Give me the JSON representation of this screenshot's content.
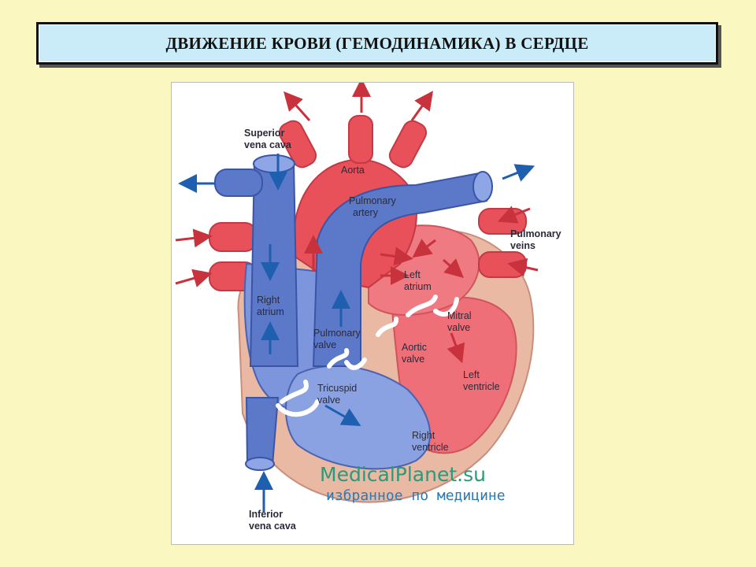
{
  "title": "ДВИЖЕНИЕ КРОВИ (ГЕМОДИНАМИКА) В СЕРДЦЕ",
  "labels": {
    "superior_vena_cava": [
      "Superior",
      "vena cava"
    ],
    "aorta": [
      "Aorta"
    ],
    "pulmonary_artery": [
      "Pulmonary",
      "artery"
    ],
    "pulmonary_veins": [
      "Pulmonary",
      "veins"
    ],
    "left_atrium": [
      "Left",
      "atrium"
    ],
    "right_atrium": [
      "Right",
      "atrium"
    ],
    "pulmonary_valve": [
      "Pulmonary",
      "valve"
    ],
    "mitral_valve": [
      "Mitral",
      "valve"
    ],
    "aortic_valve": [
      "Aortic",
      "valve"
    ],
    "left_ventricle": [
      "Left",
      "ventricle"
    ],
    "tricuspid_valve": [
      "Tricuspid",
      "valve"
    ],
    "right_ventricle": [
      "Right",
      "ventricle"
    ],
    "inferior_vena_cava": [
      "Inferior",
      "vena cava"
    ]
  },
  "watermark": {
    "line1": "MedicalPlanet.su",
    "line2": "избранное по медицине"
  },
  "colors": {
    "oxygenated": "#e8505a",
    "deoxygenated": "#5b78c9",
    "arrow_red": "#c8323c",
    "arrow_blue": "#1f5fb0",
    "wall": "#e9b9a4"
  }
}
